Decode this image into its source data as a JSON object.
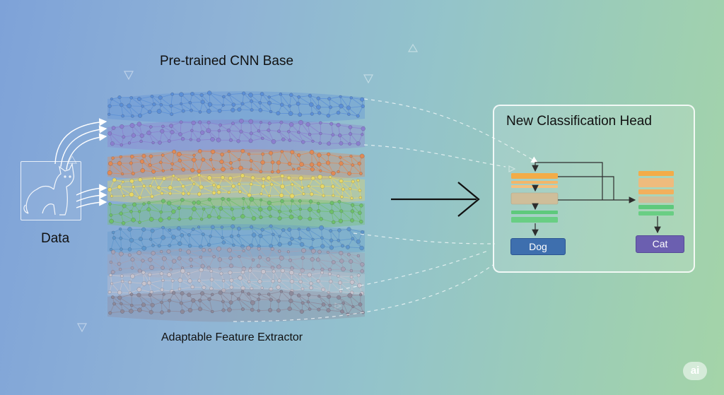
{
  "diagram": {
    "cnn_title": "Pre-trained CNN Base",
    "extractor_caption": "Adaptable Feature Extractor",
    "input_label": "Data",
    "head_title": "New Classification Head",
    "outputs": {
      "dog": "Dog",
      "cat": "Cat"
    },
    "watermark": "ai",
    "layer_colors": [
      "#5b8fd6",
      "#8b7fcf",
      "#e08a55",
      "#e7d765",
      "#6fc06a",
      "#5e97cc",
      "#a4a0b4",
      "#c6c3cd",
      "#8e8a9a"
    ]
  }
}
